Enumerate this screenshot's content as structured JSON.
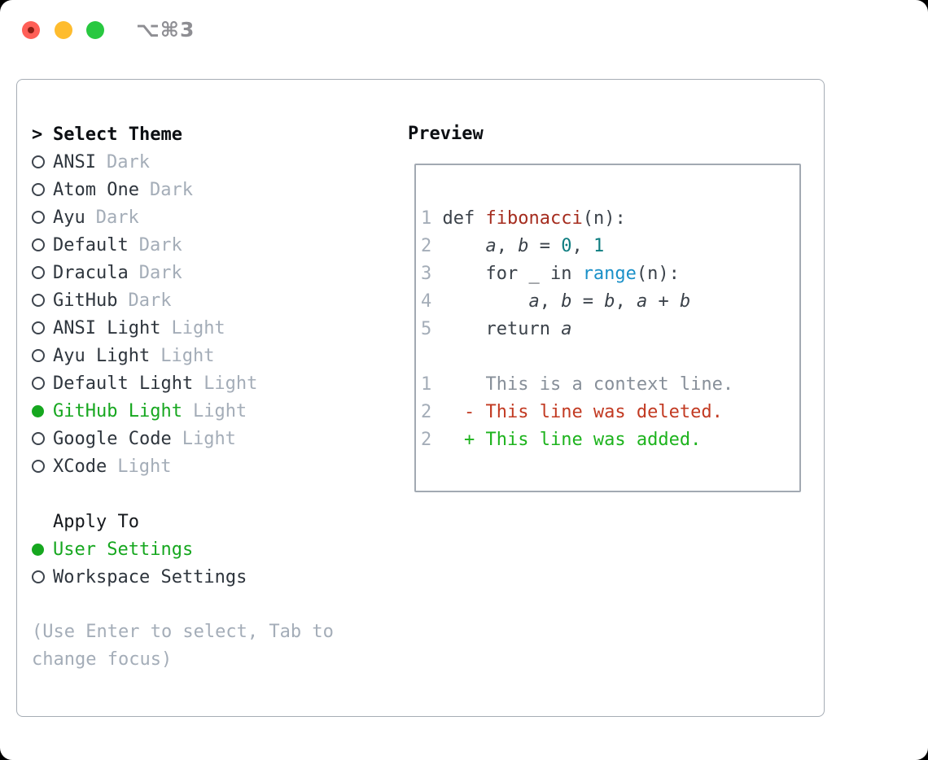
{
  "window": {
    "title": "⌥⌘3"
  },
  "titlebar": {
    "buttons": [
      {
        "name": "close-button"
      },
      {
        "name": "minimize-button"
      },
      {
        "name": "zoom-button"
      }
    ]
  },
  "theme_picker": {
    "prompt": ">",
    "header": "Select Theme",
    "items": [
      {
        "label": "ANSI",
        "variant": "Dark",
        "selected": false
      },
      {
        "label": "Atom One",
        "variant": "Dark",
        "selected": false
      },
      {
        "label": "Ayu",
        "variant": "Dark",
        "selected": false
      },
      {
        "label": "Default",
        "variant": "Dark",
        "selected": false
      },
      {
        "label": "Dracula",
        "variant": "Dark",
        "selected": false
      },
      {
        "label": "GitHub",
        "variant": "Dark",
        "selected": false
      },
      {
        "label": "ANSI Light",
        "variant": "Light",
        "selected": false
      },
      {
        "label": "Ayu Light",
        "variant": "Light",
        "selected": false
      },
      {
        "label": "Default Light",
        "variant": "Light",
        "selected": false
      },
      {
        "label": "GitHub Light",
        "variant": "Light",
        "selected": true
      },
      {
        "label": "Google Code",
        "variant": "Light",
        "selected": false
      },
      {
        "label": "XCode",
        "variant": "Light",
        "selected": false
      }
    ]
  },
  "apply_to": {
    "header": "Apply To",
    "options": [
      {
        "label": "User Settings",
        "selected": true
      },
      {
        "label": "Workspace Settings",
        "selected": false
      }
    ]
  },
  "hint": "(Use Enter to select, Tab to change focus)",
  "preview": {
    "header": "Preview",
    "code_lines": [
      {
        "num": "1",
        "tokens": [
          {
            "t": "def ",
            "s": "plain"
          },
          {
            "t": "fibonacci",
            "s": "func"
          },
          {
            "t": "(n):",
            "s": "plain"
          }
        ]
      },
      {
        "num": "2",
        "tokens": [
          {
            "t": "    ",
            "s": "plain"
          },
          {
            "t": "a",
            "s": "var"
          },
          {
            "t": ", ",
            "s": "plain"
          },
          {
            "t": "b",
            "s": "var"
          },
          {
            "t": " = ",
            "s": "plain"
          },
          {
            "t": "0",
            "s": "num"
          },
          {
            "t": ", ",
            "s": "plain"
          },
          {
            "t": "1",
            "s": "num"
          }
        ]
      },
      {
        "num": "3",
        "tokens": [
          {
            "t": "    for _ in ",
            "s": "plain"
          },
          {
            "t": "range",
            "s": "call"
          },
          {
            "t": "(n):",
            "s": "plain"
          }
        ]
      },
      {
        "num": "4",
        "tokens": [
          {
            "t": "        ",
            "s": "plain"
          },
          {
            "t": "a",
            "s": "var"
          },
          {
            "t": ", ",
            "s": "plain"
          },
          {
            "t": "b",
            "s": "var"
          },
          {
            "t": " = ",
            "s": "plain"
          },
          {
            "t": "b",
            "s": "var"
          },
          {
            "t": ", ",
            "s": "plain"
          },
          {
            "t": "a",
            "s": "var"
          },
          {
            "t": " + ",
            "s": "plain"
          },
          {
            "t": "b",
            "s": "var"
          }
        ]
      },
      {
        "num": "5",
        "tokens": [
          {
            "t": "    return ",
            "s": "plain"
          },
          {
            "t": "a",
            "s": "var"
          }
        ]
      }
    ],
    "diff_lines": [
      {
        "num": "1",
        "type": "context",
        "text": "    This is a context line."
      },
      {
        "num": "2",
        "type": "deleted",
        "text": "  - This line was deleted."
      },
      {
        "num": "2",
        "type": "added",
        "text": "  + This line was added."
      }
    ]
  },
  "colors": {
    "accent_green": "#16a71f",
    "diff_added_green": "#1db31d",
    "diff_deleted_red": "#c23a22",
    "function_red": "#a52c1e",
    "number_teal": "#0e7d80",
    "builtin_blue": "#1a90c8",
    "muted_gray": "#a4adb8",
    "context_gray": "#878f99",
    "code_dark": "#3b424a",
    "traffic_red": "#ff5f57",
    "traffic_yellow": "#febc2e",
    "traffic_green": "#28c840"
  }
}
